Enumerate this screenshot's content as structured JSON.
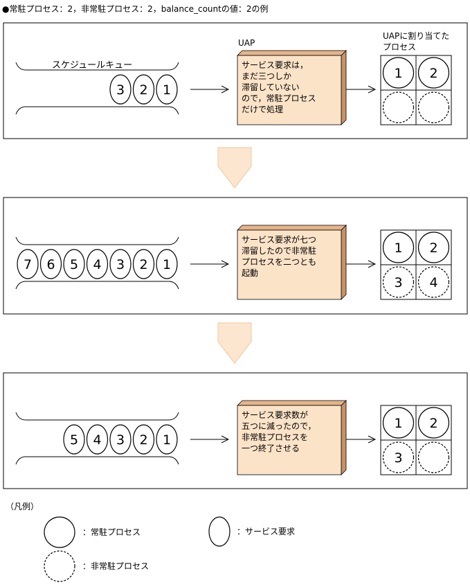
{
  "title": "●常駐プロセス：2，非常駐プロセス：2，balance_countの値：2の例",
  "labels": {
    "queue": "スケジュールキュー",
    "uap": "UAP",
    "uap_process_line1": "UAPに割り当てた",
    "uap_process_line2": "プロセス"
  },
  "panels": [
    {
      "requests": [
        "3",
        "2",
        "1"
      ],
      "uap_text": [
        "サービス要求は，",
        "まだ三つしか",
        "滞留していない",
        "ので，常駐プロセス",
        "だけで処理"
      ],
      "processes": [
        {
          "label": "1",
          "type": "resident"
        },
        {
          "label": "2",
          "type": "resident"
        },
        {
          "label": "",
          "type": "nonresident"
        },
        {
          "label": "",
          "type": "nonresident"
        }
      ]
    },
    {
      "requests": [
        "7",
        "6",
        "5",
        "4",
        "3",
        "2",
        "1"
      ],
      "uap_text": [
        "サービス要求が七つ",
        "滞留したので非常駐",
        "プロセスを二つとも",
        "起動"
      ],
      "processes": [
        {
          "label": "1",
          "type": "resident"
        },
        {
          "label": "2",
          "type": "resident"
        },
        {
          "label": "3",
          "type": "nonresident"
        },
        {
          "label": "4",
          "type": "nonresident"
        }
      ]
    },
    {
      "requests": [
        "5",
        "4",
        "3",
        "2",
        "1"
      ],
      "uap_text": [
        "サービス要求数が",
        "五つに減ったので，",
        "非常駐プロセスを",
        "一つ終了させる"
      ],
      "processes": [
        {
          "label": "1",
          "type": "resident"
        },
        {
          "label": "2",
          "type": "resident"
        },
        {
          "label": "3",
          "type": "nonresident"
        },
        {
          "label": "",
          "type": "nonresident"
        }
      ]
    }
  ],
  "legend": {
    "title": "（凡例）",
    "resident": "：常駐プロセス",
    "service_request": "：サービス要求",
    "nonresident": "：非常駐プロセス"
  },
  "colors": {
    "uap_front": "#fbe3c8",
    "uap_side": "#c99266",
    "uap_top": "#e6b48a",
    "flow_arrow_fill": "#fde6cf",
    "flow_arrow_stroke": "#f1c59f"
  }
}
